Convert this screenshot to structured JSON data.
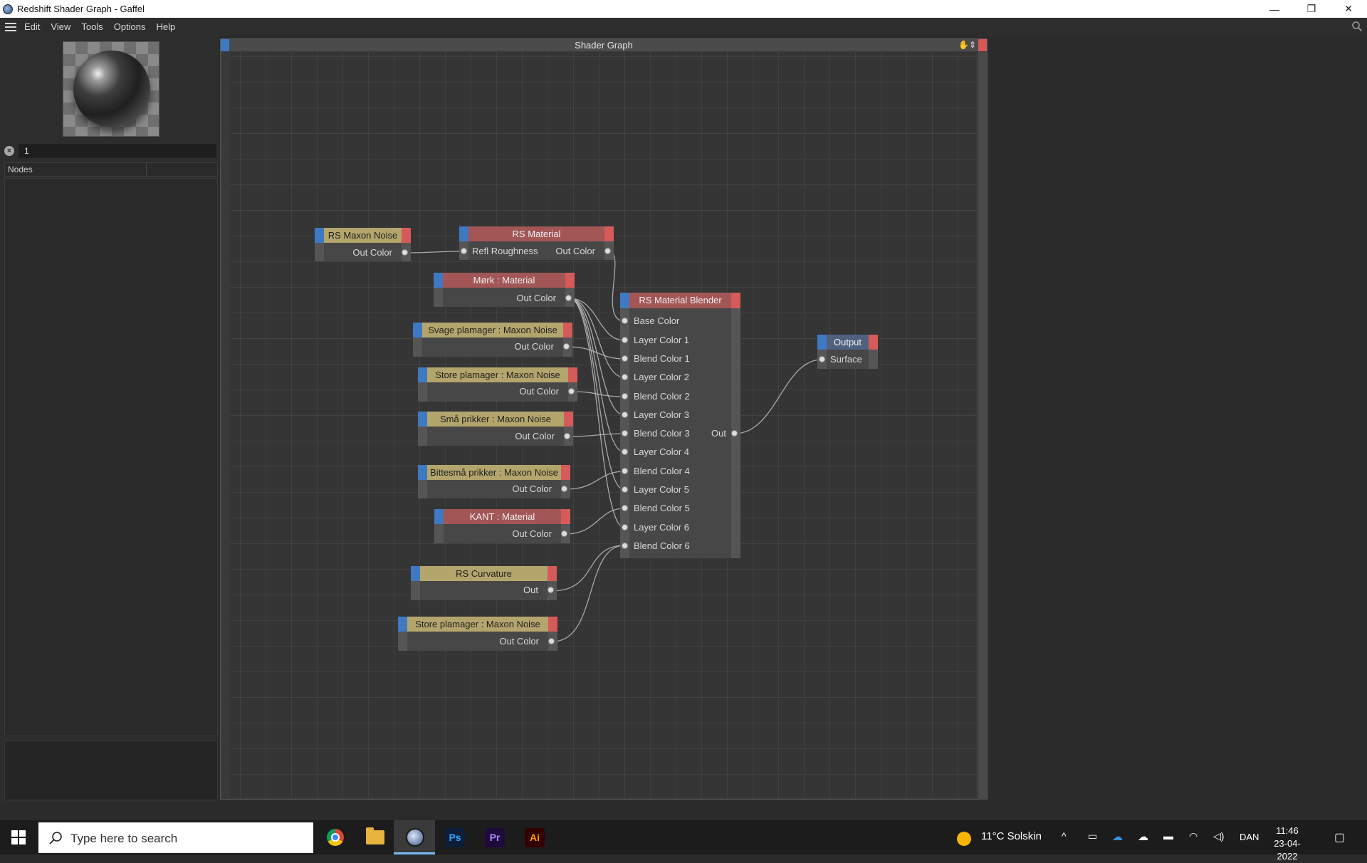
{
  "window": {
    "title": "Redshift Shader Graph - Gaffel",
    "minimize": "—",
    "maximize": "❐",
    "close": "✕"
  },
  "menu": [
    "Edit",
    "View",
    "Tools",
    "Options",
    "Help"
  ],
  "left_panel": {
    "filter_value": "1",
    "filter_clear": "×",
    "nodes_header": "Nodes"
  },
  "graph": {
    "title": "Shader Graph",
    "pan_icon": "hand-icon",
    "fit_icon": "fit-icon"
  },
  "nodes": {
    "rs_maxon_noise": {
      "title": "RS Maxon Noise",
      "out": "Out Color"
    },
    "rs_material": {
      "title": "RS Material",
      "in": "Refl Roughness",
      "out": "Out Color"
    },
    "mork": {
      "title": "Mørk : Material",
      "out": "Out Color"
    },
    "svage": {
      "title": "Svage plamager : Maxon Noise",
      "out": "Out Color"
    },
    "store1": {
      "title": "Store plamager : Maxon Noise",
      "out": "Out Color"
    },
    "smaa": {
      "title": "Små prikker : Maxon Noise",
      "out": "Out Color"
    },
    "bittesmaa": {
      "title": "Bittesmå prikker : Maxon Noise",
      "out": "Out Color"
    },
    "kant": {
      "title": "KANT : Material",
      "out": "Out Color"
    },
    "curvature": {
      "title": "RS Curvature",
      "out": "Out"
    },
    "store2": {
      "title": "Store plamager : Maxon Noise",
      "out": "Out Color"
    },
    "blender": {
      "title": "RS Material Blender",
      "inputs": [
        "Base Color",
        "Layer Color 1",
        "Blend Color 1",
        "Layer Color 2",
        "Blend Color 2",
        "Layer Color 3",
        "Blend Color 3",
        "Layer Color 4",
        "Blend Color 4",
        "Layer Color 5",
        "Blend Color 5",
        "Layer Color 6",
        "Blend Color 6"
      ],
      "out": "Out"
    },
    "output": {
      "title": "Output",
      "in": "Surface"
    }
  },
  "taskbar": {
    "search_placeholder": "Type here to search",
    "apps": [
      "Chrome",
      "File Explorer",
      "Cinema 4D",
      "Ps",
      "Pr",
      "Ai"
    ],
    "weather": "11°C  Solskin",
    "language": "DAN",
    "time": "11:46",
    "date": "23-04-2022"
  },
  "colors": {
    "port_blue": "#3f79c2",
    "port_red": "#d65a5a",
    "noise_header": "#b3a56c",
    "material_header": "#a25656",
    "output_header": "#50617f"
  }
}
